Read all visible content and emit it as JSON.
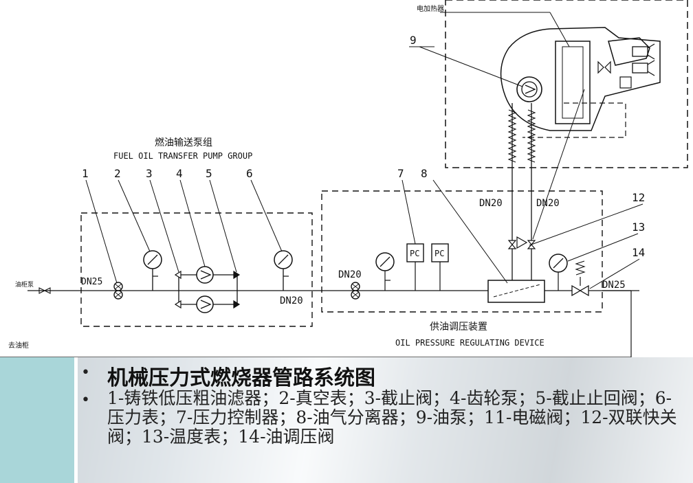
{
  "diagram": {
    "numbers": [
      "1",
      "2",
      "3",
      "4",
      "5",
      "6",
      "7",
      "8",
      "9",
      "12",
      "13",
      "14"
    ],
    "group_cn": "燃油输送泵组",
    "group_en": "FUEL OIL TRANSFER PUMP GROUP",
    "device_cn": "供油调压装置",
    "device_en": "OIL PRESSURE REGULATING DEVICE",
    "dn25_left": "DN25",
    "dn20_mid": "DN20",
    "dn20_right": "DN20",
    "dn20_up_left": "DN20",
    "dn20_up_right": "DN20",
    "dn25_right": "DN25",
    "pc": "PC",
    "oil_pump_label": "油柜泵",
    "oil_return_label": "去油柜",
    "heater_label": "电加热器"
  },
  "slide": {
    "title": "机械压力式燃烧器管路系统图",
    "body": "1-铸铁低压粗油滤器；2-真空表；3-截止阀；4-齿轮泵；5-截止止回阀；6-压力表；7-压力控制器；8-油气分离器；9-油泵；11-电磁阀；12-双联快关阀；13-温度表；14-油调压阀",
    "bullet": "•"
  }
}
